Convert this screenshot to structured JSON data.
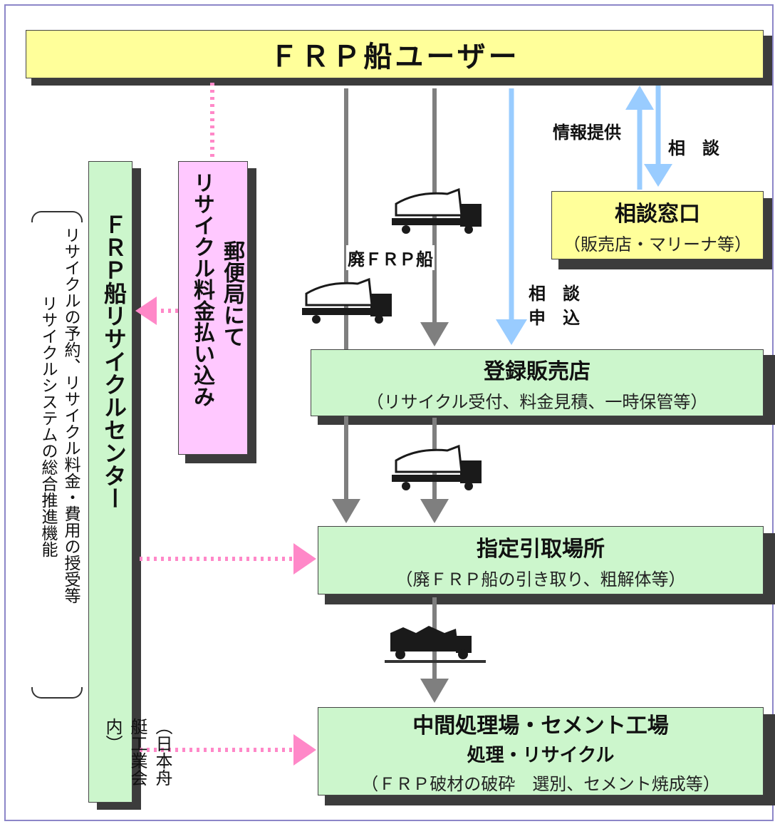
{
  "user_box": {
    "title": "ＦＲＰ船ユーザー"
  },
  "consult_window": {
    "title": "相談窓口",
    "subtitle": "（販売店・マリーナ等）"
  },
  "registered_dealer": {
    "title": "登録販売店",
    "subtitle": "（リサイクル受付、料金見積、一時保管等）"
  },
  "designated_site": {
    "title": "指定引取場所",
    "subtitle": "（廃ＦＲＰ船の引き取り、粗解体等）"
  },
  "processing_plant": {
    "title": "中間処理場・セメント工場",
    "title2": "処理・リサイクル",
    "subtitle": "（ＦＲＰ破材の破砕　選別、セメント焼成等）"
  },
  "recycle_center": {
    "title": "ＦＲＰ船リサイクルセンター",
    "subtitle": "（日本舟艇工業会内）"
  },
  "center_functions": {
    "line1": "リサイクルの予約、リサイクル料金・費用の授受等",
    "line2": "リサイクルシステムの総合推進機能"
  },
  "post_office_box": {
    "line1": "リサイクル料金払い込み",
    "line2": "郵便局にて"
  },
  "labels": {
    "info_provision": "情報提供",
    "consult": "相　談",
    "consult_apply_1": "相　談",
    "consult_apply_2": "申　込",
    "waste_boat": "廃ＦＲＰ船"
  },
  "colors": {
    "green_box": "#ccf6cc",
    "yellow_box": "#ffff9a",
    "pink_box": "#ffc8ff",
    "gray_arrow": "#7f7f7f",
    "blue_arrow": "#99ccff",
    "pink_dotted": "#ff88c8",
    "frame_border": "#8c86c8"
  }
}
